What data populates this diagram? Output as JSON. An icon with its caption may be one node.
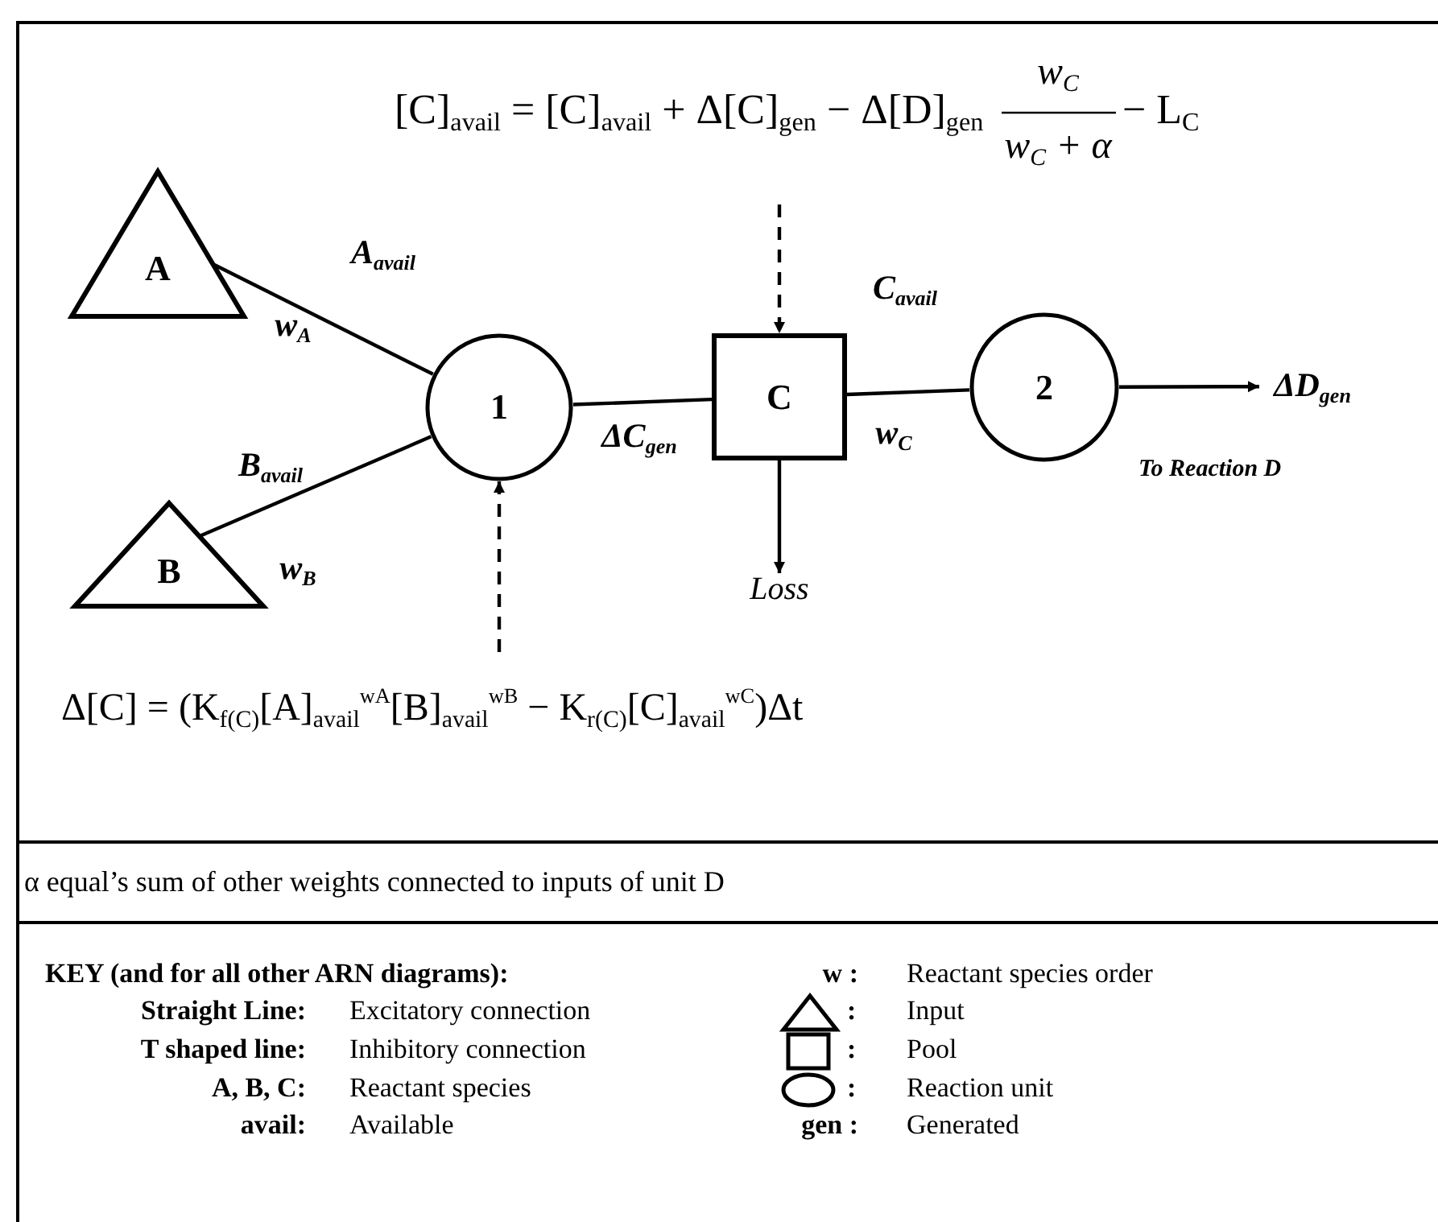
{
  "diagram": {
    "nodes": [
      {
        "text": [
          "A"
        ]
      },
      {
        "text": [
          "B"
        ]
      },
      {
        "text": [
          "1"
        ]
      },
      {
        "text": [
          "C"
        ]
      },
      {
        "text": [
          "2"
        ]
      },
      {
        "text": [
          "ΔD$_{gen}$"
        ]
      },
      {
        "text": [
          "Loss"
        ]
      }
    ],
    "edges": [
      {
        "from": 0,
        "to": 2,
        "arrow": "none"
      },
      {
        "from": 1,
        "to": 2,
        "arrow": "none"
      },
      {
        "from": 2,
        "to": 3,
        "arrow": "none"
      },
      {
        "from": 3,
        "to": 4,
        "arrow": "none"
      },
      {
        "from": 4,
        "to": 5,
        "arrow": "to"
      },
      {
        "from": 3,
        "to": 6,
        "arrow": "to"
      },
      {
        "from": null,
        "to": 3,
        "arrow": "to",
        "style": "dashed"
      },
      {
        "from": null,
        "to": 2,
        "arrow": "to",
        "style": "dashed"
      }
    ],
    "labels": [
      "[C]$_{avail}$ = [C]$_{avail}$ + Δ[C]$_{gen}$ − Δ[D]$_{gen}$",
      "w$_{C}$",
      "w$_{C}$ + α",
      "− L$_{C}$",
      "A$_{avail}$",
      "w$_{A}$",
      "B$_{avail}$",
      "w$_{B}$",
      "ΔC$_{gen}$",
      "C$_{avail}$",
      "w$_{C}$",
      "To Reaction D",
      "Δ[C] = (K$_{f(C)}$[A]$_{avail}$$^{wA}$[B]$_{avail}$$^{wB}$ − K$_{r(C)}$[C]$_{avail}$$^{wC}$)Δt",
      "α equal’s sum of other weights connected to inputs of unit D",
      "KEY (and for all other ARN diagrams):",
      "w :",
      "Reactant species order",
      "Straight Line:",
      "Excitatory connection",
      ":",
      "Input",
      "T shaped line:",
      "Inhibitory connection",
      ":",
      "Pool",
      "A, B, C:",
      "Reactant species",
      ":",
      "Reaction unit",
      "avail:",
      "Available",
      "gen :",
      "Generated"
    ]
  }
}
